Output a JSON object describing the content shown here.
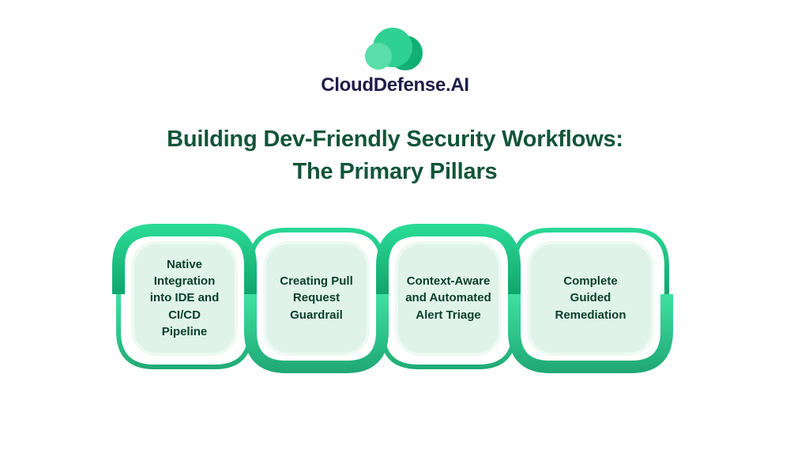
{
  "logo": {
    "brand": "CloudDefense.AI",
    "icon": "cloud-icon"
  },
  "title": {
    "text": "Building Dev-Friendly Security Workflows:\nThe Primary Pillars"
  },
  "pillars": [
    {
      "label": "Native\nIntegration\ninto IDE and\nCI/CD\nPipeline"
    },
    {
      "label": "Creating Pull\nRequest\nGuardrail"
    },
    {
      "label": "Context-Aware\nand Automated\nAlert Triage"
    },
    {
      "label": "Complete\nGuided\nRemediation"
    }
  ],
  "colors": {
    "accent_green_light": "#2CDC97",
    "accent_green_dark": "#1FA673",
    "card_mint": "#DFF3EA",
    "title_green": "#135539",
    "pillar_text": "#0C3E2C",
    "brand_navy": "#1F1D49",
    "background": "#FFFFFF"
  }
}
